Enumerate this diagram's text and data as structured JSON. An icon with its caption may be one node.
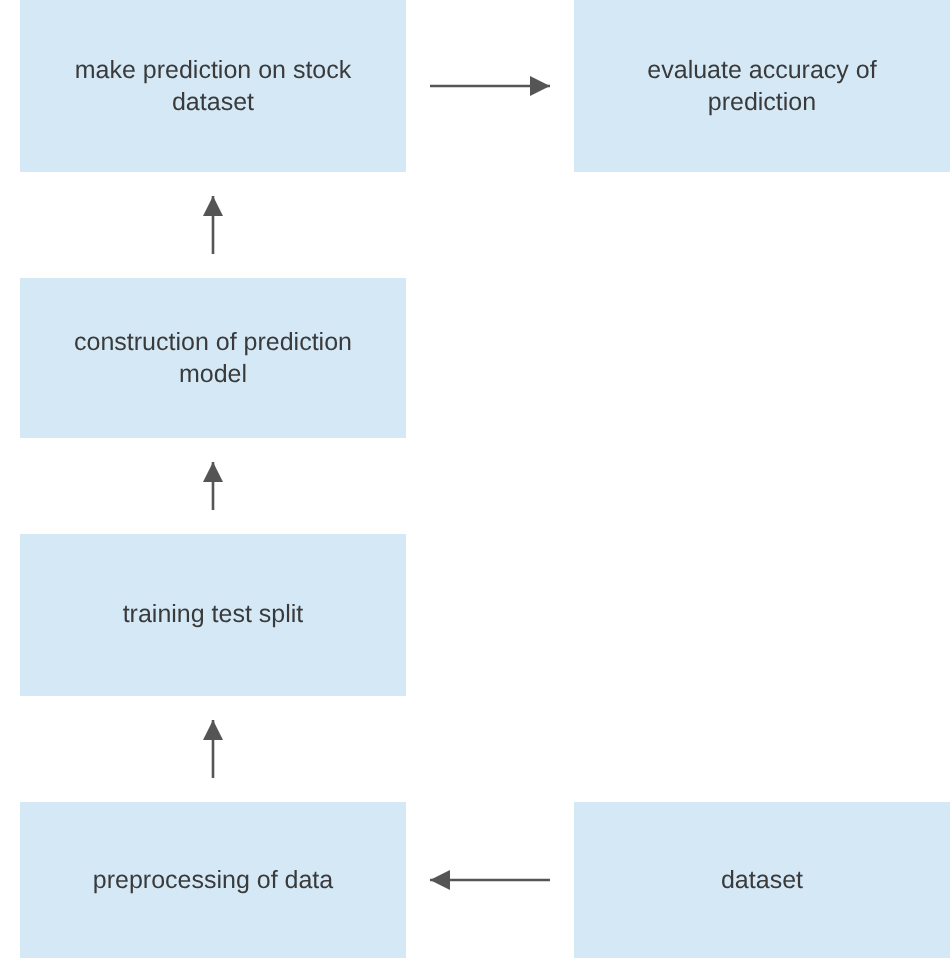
{
  "diagram": {
    "nodes": [
      {
        "text": [
          "make prediction on stock dataset"
        ]
      },
      {
        "text": [
          "evaluate accuracy of prediction"
        ]
      },
      {
        "text": [
          "construction of prediction model"
        ]
      },
      {
        "text": [
          "training test split"
        ]
      },
      {
        "text": [
          "preprocessing of data"
        ]
      },
      {
        "text": [
          "dataset"
        ]
      }
    ],
    "edges": [
      {
        "from": 5,
        "to": 4,
        "arrow": "to"
      },
      {
        "from": 4,
        "to": 3,
        "arrow": "to"
      },
      {
        "from": 3,
        "to": 2,
        "arrow": "to"
      },
      {
        "from": 2,
        "to": 0,
        "arrow": "to"
      },
      {
        "from": 0,
        "to": 1,
        "arrow": "to"
      }
    ]
  }
}
